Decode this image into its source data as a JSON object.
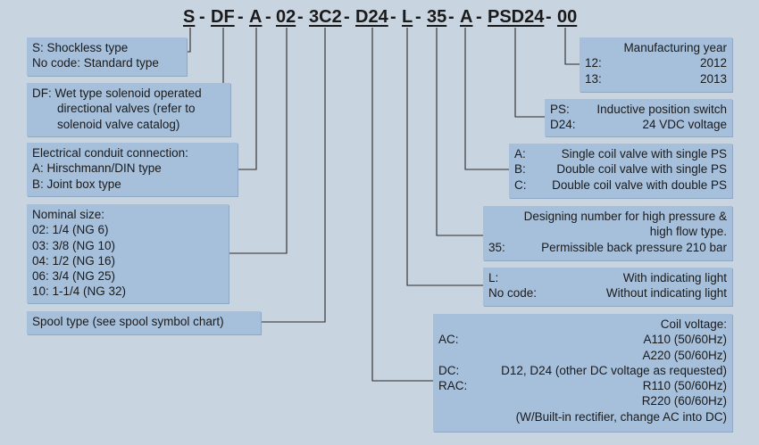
{
  "model_code": {
    "segments": [
      "S",
      "-",
      "DF",
      "-",
      "A",
      "-",
      "02",
      "-",
      "3C2",
      "-",
      "D24",
      "-",
      "L",
      "-",
      "35",
      "-",
      "A",
      "-",
      "PSD24",
      "-",
      "00"
    ]
  },
  "left": {
    "shockless": {
      "line1": "S: Shockless type",
      "line2": "No code: Standard type"
    },
    "df": {
      "line1": "DF: Wet type solenoid operated",
      "line2": "directional valves (refer to",
      "line3": "solenoid valve catalog)"
    },
    "conduit": {
      "line1": "Electrical conduit connection:",
      "line2": "A: Hirschmann/DIN type",
      "line3": "B: Joint box type"
    },
    "nominal": {
      "title": "Nominal size:",
      "items": [
        "02: 1/4 (NG 6)",
        "03: 3/8 (NG 10)",
        "04: 1/2 (NG 16)",
        "06: 3/4 (NG 25)",
        "10: 1-1/4 (NG 32)"
      ]
    },
    "spool": {
      "line1": "Spool type (see spool symbol chart)"
    }
  },
  "right": {
    "year": {
      "title": "Manufacturing year",
      "r1_code": "12:",
      "r1_val": "2012",
      "r2_code": "13:",
      "r2_val": "2013"
    },
    "ps": {
      "r1_code": "PS:",
      "r1_val": "Inductive position switch",
      "r2_code": "D24:",
      "r2_val": "24 VDC voltage"
    },
    "coil_ps": {
      "r1_code": "A:",
      "r1_val": "Single coil valve with single PS",
      "r2_code": "B:",
      "r2_val": "Double coil valve with single PS",
      "r3_code": "C:",
      "r3_val": "Double coil valve with double PS"
    },
    "design": {
      "line1": "Designing number for high pressure &",
      "line2": "high flow type.",
      "r3_code": "35:",
      "r3_val": "Permissible back pressure 210 bar"
    },
    "light": {
      "r1_code": "L:",
      "r1_val": "With indicating light",
      "r2_code": "No code:",
      "r2_val": "Without indicating light"
    },
    "voltage": {
      "title": "Coil voltage:",
      "ac_code": "AC:",
      "ac_v1": "A110 (50/60Hz)",
      "ac_v2": "A220 (50/60Hz)",
      "dc_code": "DC:",
      "dc_val": "D12, D24 (other DC voltage as requested)",
      "rac_code": "RAC:",
      "rac_v1": "R110 (50/60Hz)",
      "rac_v2": "R220 (60/60Hz)",
      "note": "(W/Built-in rectifier, change AC into DC)"
    }
  }
}
